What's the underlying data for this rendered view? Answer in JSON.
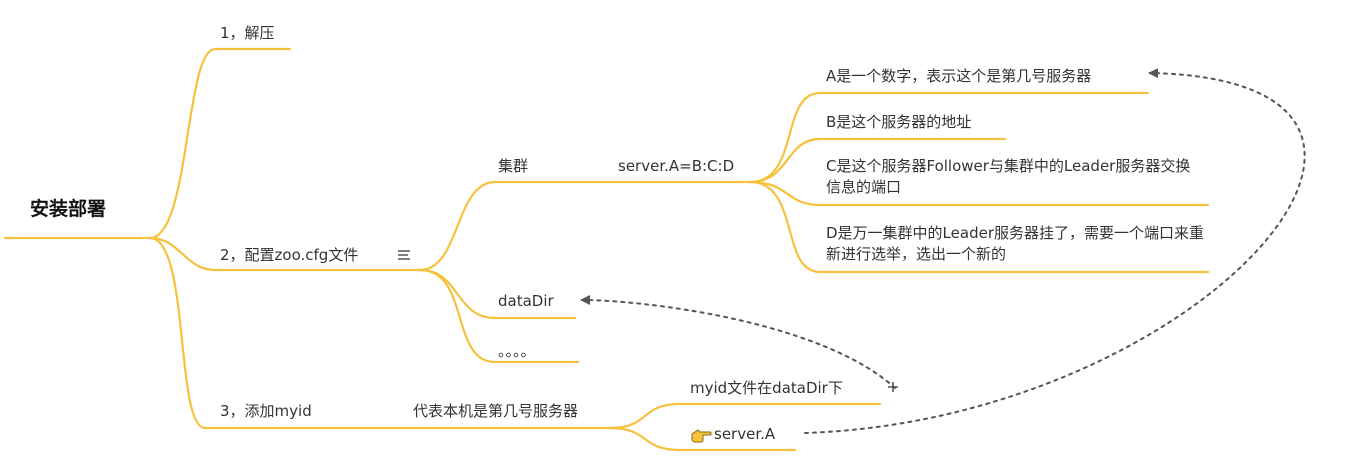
{
  "colors": {
    "branch": "#f6c23e",
    "text": "#333333",
    "dashed": "#555555"
  },
  "root": {
    "label": "安装部署"
  },
  "nodes": {
    "unzip": "1，解压",
    "config": "2，配置zoo.cfg文件",
    "myid": "3，添加myid",
    "cluster": "集群",
    "server_format": "server.A=B:C:D",
    "a_desc": "A是一个数字，表示这个是第几号服务器",
    "b_desc": "B是这个服务器的地址",
    "c_desc": "C是这个服务器Follower与集群中的Leader服务器交换信息的端口",
    "d_desc": "D是万一集群中的Leader服务器挂了，需要一个端口来重新进行选举，选出一个新的",
    "datadir": "dataDir",
    "ellipsis": "。。。。",
    "myid_desc": "代表本机是第几号服务器",
    "myid_file": "myid文件在dataDir下",
    "server_a": "server.A"
  },
  "icons": {
    "notes": "notes-icon",
    "hand": "pointing-hand-icon"
  }
}
